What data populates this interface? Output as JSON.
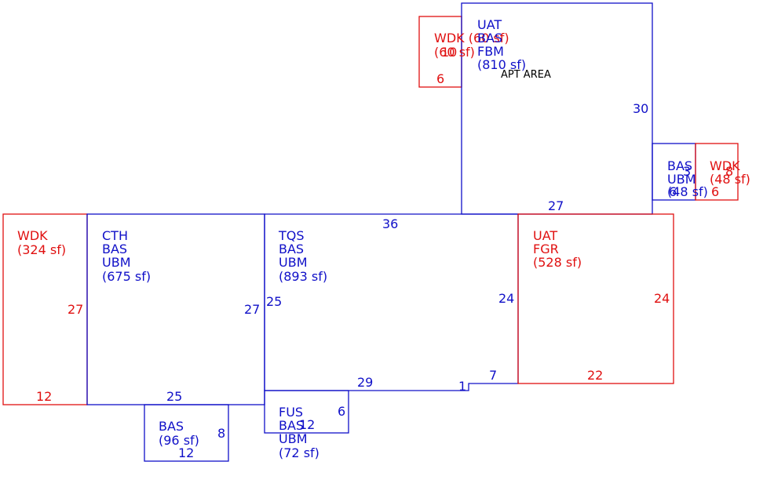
{
  "colors": {
    "blue": "#1010c8",
    "red": "#e01010",
    "label": "#000000"
  },
  "areas": [
    {
      "id": "deck-top",
      "color": "red",
      "lines": [
        "WDK (60 sf)",
        "(60 sf)"
      ],
      "dims": {
        "side_a": "10",
        "bottom": "6"
      }
    },
    {
      "id": "main-upper",
      "color": "blue",
      "lines": [
        "UAT",
        "BAS",
        "FBM",
        "(810 sf)"
      ],
      "dims": {
        "right": "30",
        "bottom": "27"
      }
    },
    {
      "id": "bay",
      "color": "blue",
      "lines": [
        "BAS",
        "UBM",
        "(48 sf)"
      ],
      "dims": {
        "top": "3",
        "bottom": "6"
      }
    },
    {
      "id": "deck-right",
      "color": "red",
      "lines": [
        "WDK",
        "(48 sf)"
      ],
      "dims": {
        "side": "8",
        "bottom": "6"
      }
    },
    {
      "id": "deck-left",
      "color": "red",
      "lines": [
        "WDK",
        "(324 sf)"
      ],
      "dims": {
        "right": "27",
        "bottom": "12"
      }
    },
    {
      "id": "cth",
      "color": "blue",
      "lines": [
        "CTH",
        "BAS",
        "UBM",
        "(675 sf)"
      ],
      "dims": {
        "right": "27",
        "bottom": "25"
      }
    },
    {
      "id": "tqs",
      "color": "blue",
      "lines": [
        "TQS",
        "BAS",
        "UBM",
        "(893 sf)"
      ],
      "dims": {
        "top": "36",
        "left": "25",
        "right": "24",
        "bottom": "29",
        "jog": "1",
        "step": "7"
      }
    },
    {
      "id": "garage",
      "color": "red",
      "lines": [
        "UAT",
        "FGR",
        "(528 sf)"
      ],
      "dims": {
        "right": "24",
        "bottom": "22"
      }
    },
    {
      "id": "small-bas",
      "color": "blue",
      "lines": [
        "BAS",
        "(96 sf)"
      ],
      "dims": {
        "right": "8",
        "bottom": "12"
      }
    },
    {
      "id": "fus",
      "color": "blue",
      "lines": [
        "FUS",
        "BAS",
        "UBM",
        "(72 sf)"
      ],
      "dims": {
        "right": "6",
        "bottom": "12"
      }
    }
  ],
  "annotations": {
    "apt_area": "APT AREA"
  }
}
